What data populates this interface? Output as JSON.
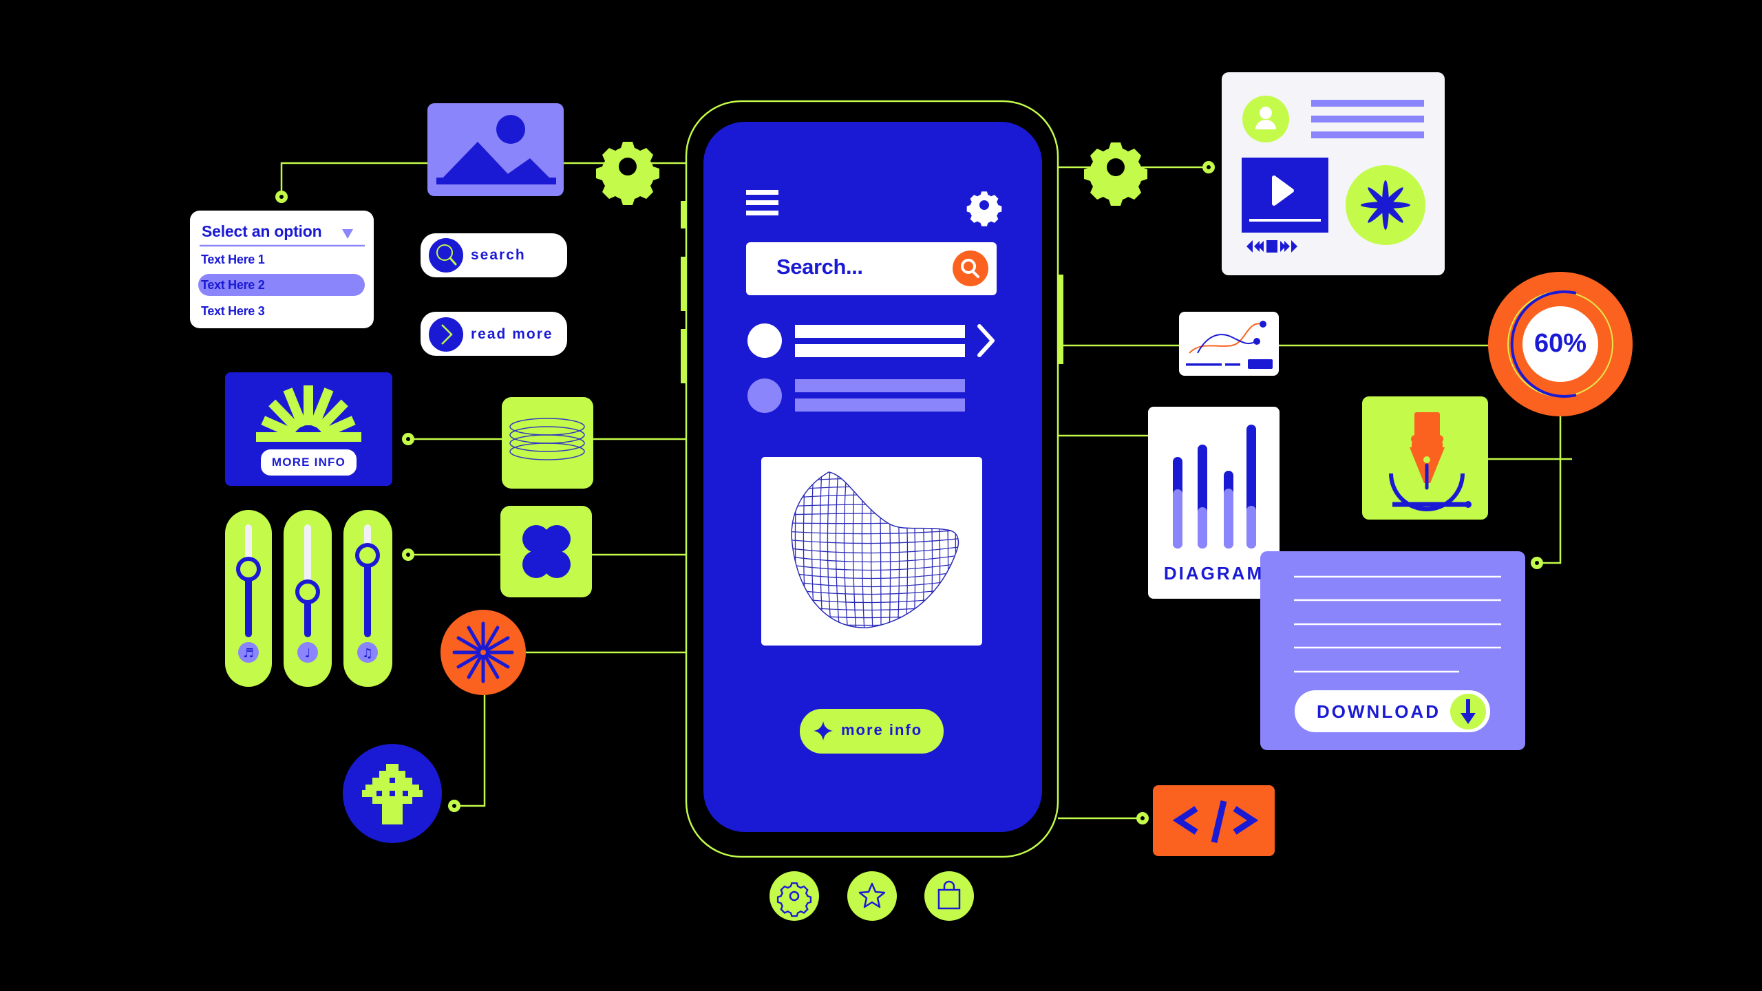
{
  "colors": {
    "background": "#000000",
    "blue": "#1a1ad4",
    "lavender": "#8b85fb",
    "lime": "#c4fb4a",
    "orange": "#fb6220",
    "white": "#ffffff"
  },
  "dropdown": {
    "title": "Select an option",
    "caret_icon": "triangle-down-icon",
    "items": [
      {
        "label": "Text Here 1",
        "selected": false
      },
      {
        "label": "Text Here 2",
        "selected": true
      },
      {
        "label": "Text Here 3",
        "selected": false
      }
    ]
  },
  "left_buttons": {
    "search": {
      "label": "search",
      "icon": "magnifier-icon"
    },
    "read_more": {
      "label": "read more",
      "icon": "chevron-right-icon"
    }
  },
  "left_widgets": {
    "image_placeholder_icon": "image-icon",
    "gear_icon": "gear-icon",
    "sun_card": {
      "button_label": "MORE INFO",
      "icon": "sunburst-icon"
    },
    "spring_icon": "spring-coil-icon",
    "clover_icon": "clover-icon",
    "burst_icon": "starburst-icon",
    "pixel_tree_icon": "pixel-tree-icon",
    "sliders": [
      {
        "level": 0.45,
        "icon": "music-notes-double-icon"
      },
      {
        "level": 0.3,
        "icon": "music-note-icon"
      },
      {
        "level": 0.72,
        "icon": "music-notes-beamed-icon"
      }
    ]
  },
  "phone": {
    "menu_icon": "hamburger-icon",
    "settings_icon": "gear-icon",
    "search": {
      "placeholder": "Search...",
      "button_icon": "search-icon"
    },
    "list_rows": [
      {
        "style": "active",
        "chevron": true
      },
      {
        "style": "muted",
        "chevron": false
      }
    ],
    "image_icon": "wireframe-mesh-icon",
    "cta_label": "more info",
    "cta_icon": "sparkle-icon"
  },
  "bottom_nav": [
    {
      "icon": "gear-outline-icon"
    },
    {
      "icon": "star-outline-icon"
    },
    {
      "icon": "shopping-bag-icon"
    }
  ],
  "right_widgets": {
    "media_card": {
      "avatar_icon": "user-icon",
      "video_icon": "play-icon",
      "controls": [
        "rewind",
        "stop",
        "fast-forward"
      ],
      "badge_icon": "asterisk-icon"
    },
    "line_chart_icon": "line-chart-icon",
    "progress": {
      "value": 60,
      "label": "60%"
    },
    "diagram": {
      "label": "DIAGRAM",
      "bars": [
        {
          "total": 0.74,
          "light": 0.48
        },
        {
          "total": 0.84,
          "light": 0.34
        },
        {
          "total": 0.63,
          "light": 0.48
        },
        {
          "total": 1.0,
          "light": 0.35
        }
      ]
    },
    "pen_tool_icon": "pen-tool-icon",
    "document": {
      "lines": 5,
      "download_label": "DOWNLOAD",
      "download_icon": "arrow-down-icon"
    },
    "code_icon": "code-brackets-icon"
  }
}
